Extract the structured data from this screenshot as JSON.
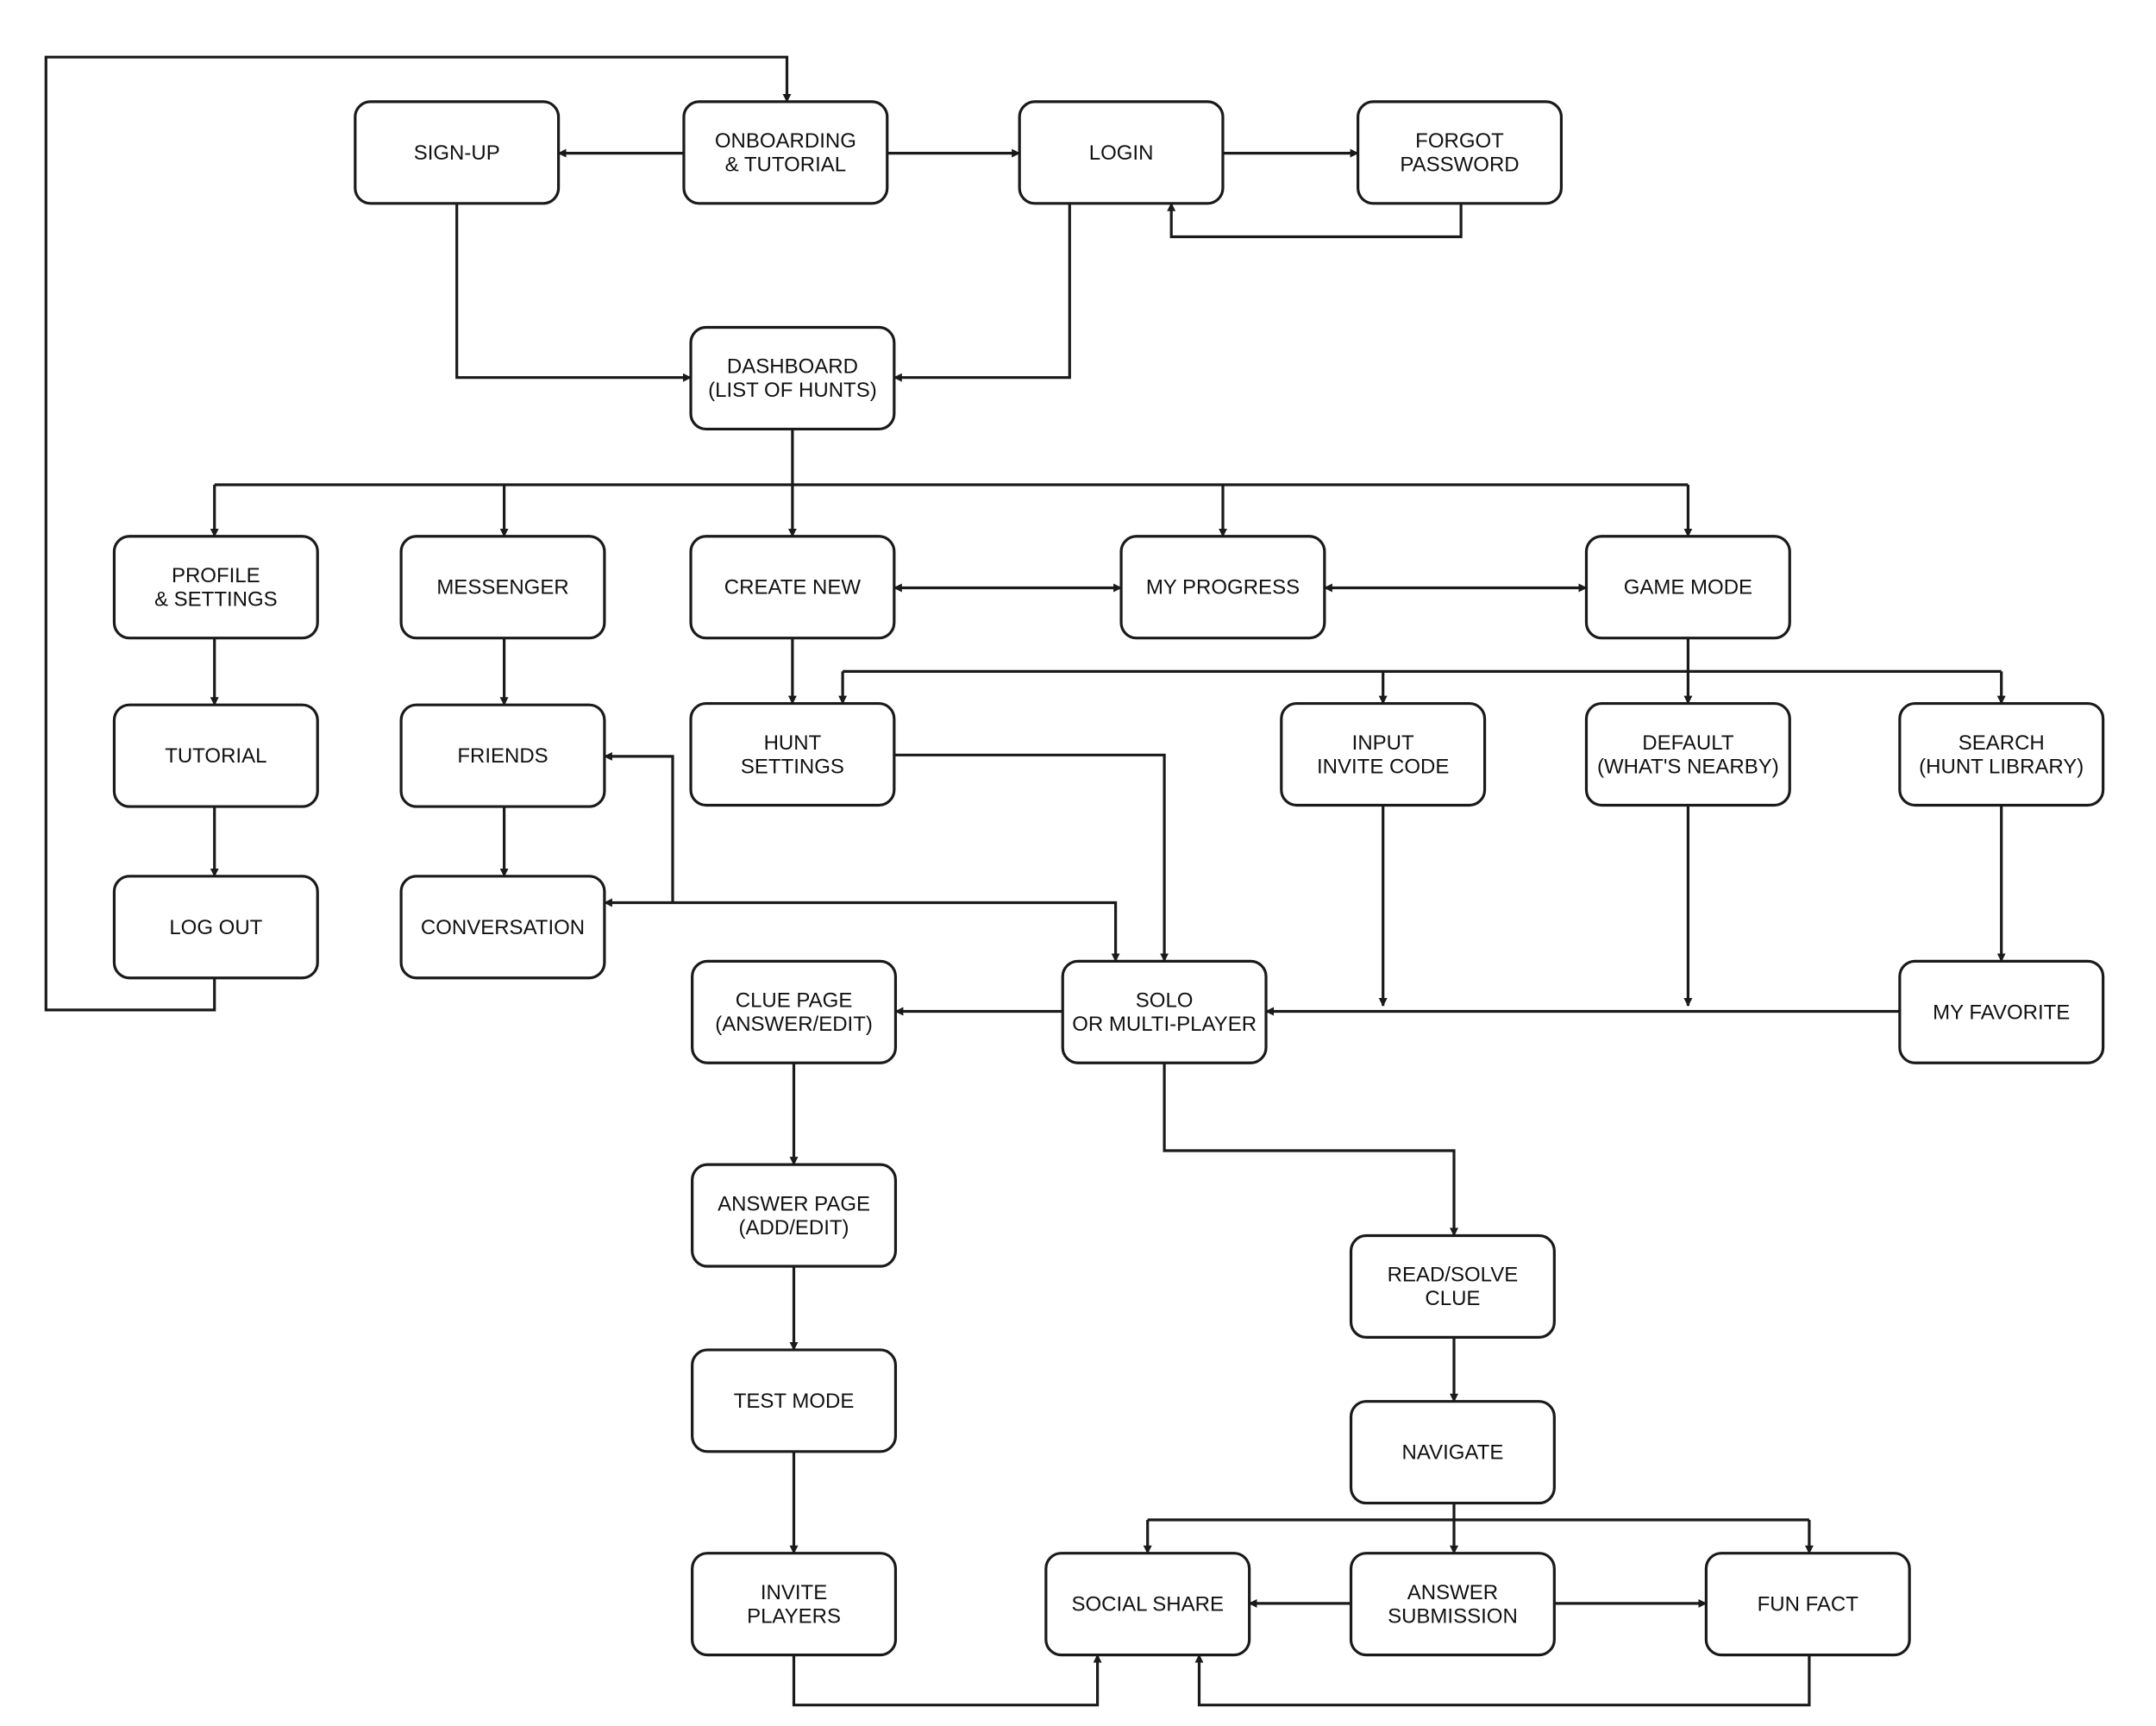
{
  "colors": {
    "stroke": "#1a1a1a",
    "text": "#111111",
    "background": "#ffffff"
  },
  "nodes": {
    "signup": {
      "label": "SIGN-UP"
    },
    "onboarding": {
      "label": "ONBOARDING\n& TUTORIAL"
    },
    "login": {
      "label": "LOGIN"
    },
    "forgot": {
      "label": "FORGOT\nPASSWORD"
    },
    "dashboard": {
      "label": "DASHBOARD\n(LIST OF HUNTS)"
    },
    "profile": {
      "label": "PROFILE\n& SETTINGS"
    },
    "messenger": {
      "label": "MESSENGER"
    },
    "create_new": {
      "label": "CREATE NEW"
    },
    "my_progress": {
      "label": "MY PROGRESS"
    },
    "game_mode": {
      "label": "GAME MODE"
    },
    "tutorial": {
      "label": "TUTORIAL"
    },
    "friends": {
      "label": "FRIENDS"
    },
    "hunt_settings": {
      "label": "HUNT\nSETTINGS"
    },
    "invite_code": {
      "label": "INPUT\nINVITE CODE"
    },
    "default_nearby": {
      "label": "DEFAULT\n(WHAT'S NEARBY)"
    },
    "search_library": {
      "label": "SEARCH\n(HUNT LIBRARY)"
    },
    "logout": {
      "label": "LOG OUT"
    },
    "conversation": {
      "label": "CONVERSATION"
    },
    "clue_page": {
      "label": "CLUE PAGE\n(ANSWER/EDIT)"
    },
    "solo_multi": {
      "label": "SOLO\nOR MULTI-PLAYER"
    },
    "my_favorite": {
      "label": "MY FAVORITE"
    },
    "answer_page": {
      "label": "ANSWER PAGE\n(ADD/EDIT)"
    },
    "read_solve": {
      "label": "READ/SOLVE\nCLUE"
    },
    "test_mode": {
      "label": "TEST MODE"
    },
    "navigate": {
      "label": "NAVIGATE"
    },
    "invite_players": {
      "label": "INVITE\nPLAYERS"
    },
    "social_share": {
      "label": "SOCIAL SHARE"
    },
    "answer_submission": {
      "label": "ANSWER\nSUBMISSION"
    },
    "fun_fact": {
      "label": "FUN FACT"
    }
  }
}
